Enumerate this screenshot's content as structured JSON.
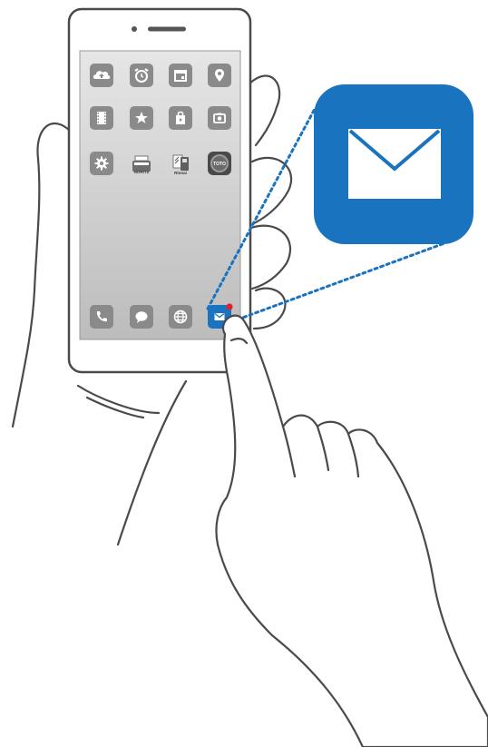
{
  "phone": {
    "icon_rows": [
      [
        "cloud-upload-icon",
        "alarm-clock-icon",
        "calendar-icon",
        "map-pin-icon"
      ],
      [
        "film-icon",
        "star-icon",
        "shopping-bag-icon",
        "camera-icon"
      ],
      [
        "gear-icon",
        "printer-icon",
        "scanner-icon",
        "toto-app-icon"
      ]
    ],
    "dock": [
      "phone-icon",
      "chat-bubble-icon",
      "globe-icon",
      "mail-icon"
    ],
    "app_labels": {
      "printer": "NORITZ",
      "scanner": "Rinnai",
      "toto": "TOTO"
    }
  },
  "callout": {
    "icon": "mail-icon"
  },
  "colors": {
    "outline": "#4a4a4a",
    "screen_top": "#e4e4e4",
    "screen_bottom": "#bdbdbd",
    "icon_bg": "#8a8a8a",
    "accent": "#1a73be",
    "badge": "#e0202d",
    "dotted_line": "#1a73be"
  }
}
